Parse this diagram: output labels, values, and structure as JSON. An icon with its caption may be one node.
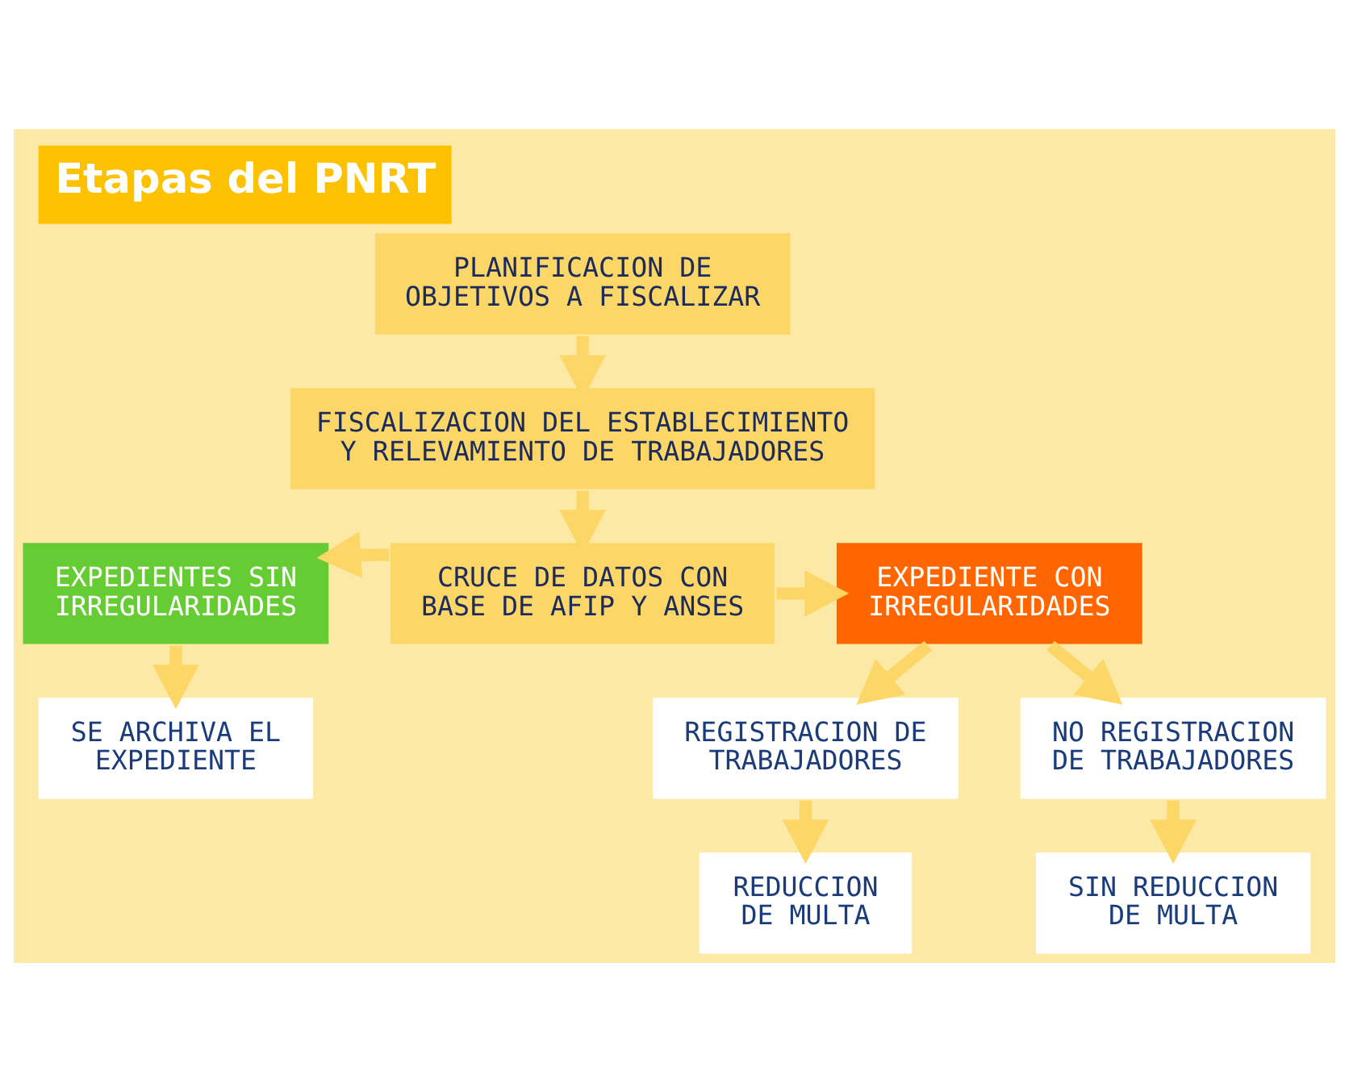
{
  "diagram": {
    "title": "Etapas del PNRT",
    "nodes": [
      {
        "text": [
          "PLANIFICACION DE OBJETIVOS A FISCALIZAR"
        ]
      },
      {
        "text": [
          "FISCALIZACION DEL ESTABLECIMIENTO Y RELEVAMIENTO DE TRABAJADORES"
        ]
      },
      {
        "text": [
          "EXPEDIENTES SIN IRREGULARIDADES"
        ]
      },
      {
        "text": [
          "CRUCE DE DATOS CON BASE DE AFIP Y ANSES"
        ]
      },
      {
        "text": [
          "EXPEDIENTE CON IRREGULARIDADES"
        ]
      },
      {
        "text": [
          "SE ARCHIVA EL EXPEDIENTE"
        ]
      },
      {
        "text": [
          "REGISTRACION DE TRABAJADORES"
        ]
      },
      {
        "text": [
          "NO REGISTRACION DE TRABAJADORES"
        ]
      },
      {
        "text": [
          "REDUCCION DE MULTA"
        ]
      },
      {
        "text": [
          "SIN REDUCCION DE MULTA"
        ]
      }
    ],
    "edges": [
      {
        "from": 0,
        "to": 1,
        "arrow": "to"
      },
      {
        "from": 1,
        "to": 3,
        "arrow": "to"
      },
      {
        "from": 3,
        "to": 2,
        "arrow": "to"
      },
      {
        "from": 3,
        "to": 4,
        "arrow": "to"
      },
      {
        "from": 2,
        "to": 5,
        "arrow": "to"
      },
      {
        "from": 4,
        "to": 6,
        "arrow": "to"
      },
      {
        "from": 4,
        "to": 7,
        "arrow": "to"
      },
      {
        "from": 6,
        "to": 8,
        "arrow": "to"
      },
      {
        "from": 7,
        "to": 9,
        "arrow": "to"
      }
    ]
  }
}
